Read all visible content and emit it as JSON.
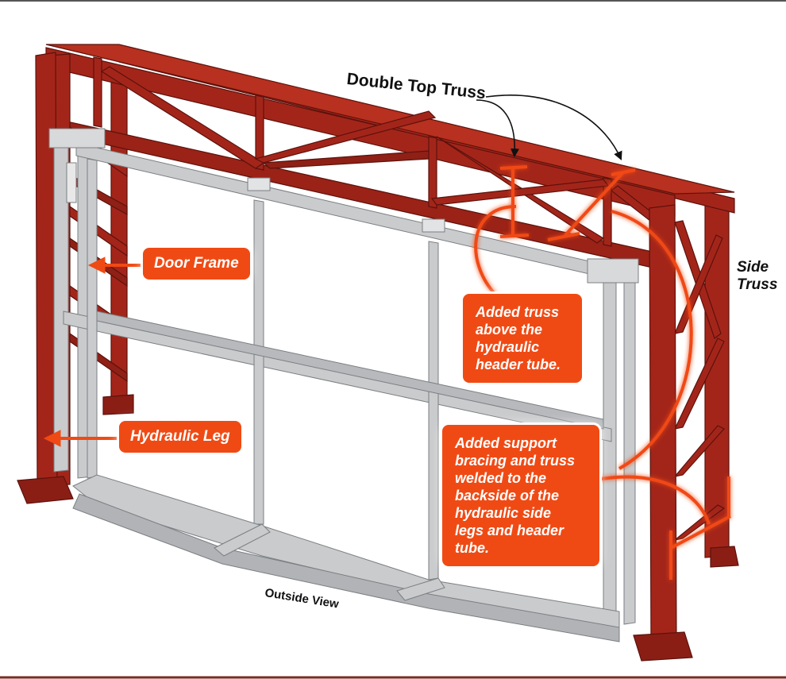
{
  "labels": {
    "double_top_truss": "Double Top Truss",
    "side_truss": "Side\nTruss",
    "outside_view": "Outside View"
  },
  "callouts": {
    "door_frame": "Door Frame",
    "hydraulic_leg": "Hydraulic Leg",
    "added_truss": "Added truss\nabove the\nhydraulic\nheader tube.",
    "added_support": "Added support\nbracing and truss\nwelded to the\nbackside of the\nhydraulic side\nlegs and header\ntube."
  },
  "colors": {
    "frame_red": "#a3251a",
    "frame_red_dark": "#6e150e",
    "door_gray": "#c9cbcd",
    "door_gray_dark": "#8b8e91",
    "callout_orange": "#f04a14",
    "outline_white": "#ffffff"
  }
}
